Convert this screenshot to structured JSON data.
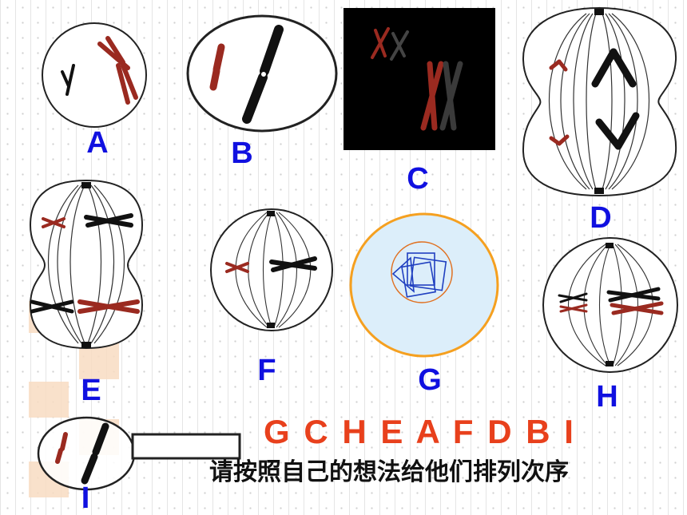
{
  "colors": {
    "label": "#1010e0",
    "answer": "#e8401c",
    "chromosome_red": "#9a2a20",
    "chromosome_black": "#111111",
    "cell_g_fill": "#dceefa",
    "cell_g_ring": "#f5a020"
  },
  "cells": [
    {
      "id": "A",
      "label": "A"
    },
    {
      "id": "B",
      "label": "B"
    },
    {
      "id": "C",
      "label": "C"
    },
    {
      "id": "D",
      "label": "D"
    },
    {
      "id": "E",
      "label": "E"
    },
    {
      "id": "F",
      "label": "F"
    },
    {
      "id": "G",
      "label": "G"
    },
    {
      "id": "H",
      "label": "H"
    },
    {
      "id": "I",
      "label": "I"
    }
  ],
  "answer_sequence": "G C H E A F D B I",
  "prompt_text": "请按照自己的想法给他们排列次序"
}
